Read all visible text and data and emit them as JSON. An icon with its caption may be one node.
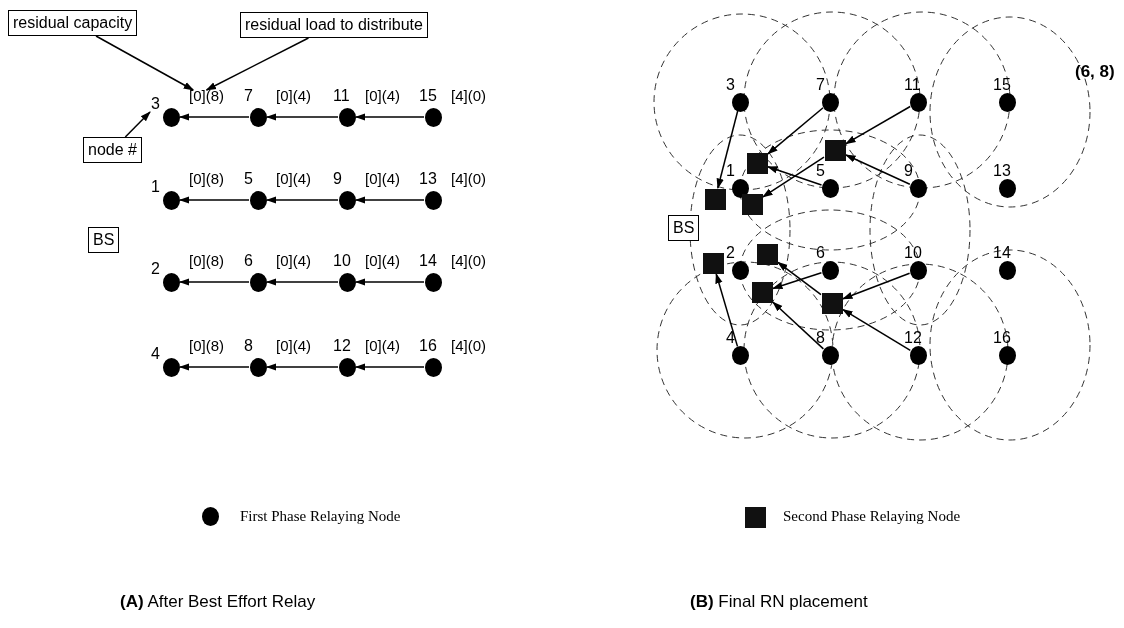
{
  "diagram": {
    "nodes": [
      {
        "text": [
          "residual capacity"
        ]
      },
      {
        "text": [
          "residual load to distribute"
        ]
      },
      {
        "text": [
          "3"
        ],
        "beside": [
          "[0](8)"
        ]
      },
      {
        "text": [
          "7"
        ],
        "beside": [
          "[0](4)"
        ]
      },
      {
        "text": [
          "11"
        ],
        "beside": [
          "[0](4)"
        ]
      },
      {
        "text": [
          "15"
        ],
        "beside": [
          "[4](0)"
        ]
      },
      {
        "text": [
          "node #"
        ]
      },
      {
        "text": [
          "1"
        ],
        "beside": [
          "[0](8)"
        ]
      },
      {
        "text": [
          "5"
        ],
        "beside": [
          "[0](4)"
        ]
      },
      {
        "text": [
          "9"
        ],
        "beside": [
          "[0](4)"
        ]
      },
      {
        "text": [
          "13"
        ],
        "beside": [
          "[4](0)"
        ]
      },
      {
        "text": [
          "BS"
        ]
      },
      {
        "text": [
          "2"
        ],
        "beside": [
          "[0](8)"
        ]
      },
      {
        "text": [
          "6"
        ],
        "beside": [
          "[0](4)"
        ]
      },
      {
        "text": [
          "10"
        ],
        "beside": [
          "[0](4)"
        ]
      },
      {
        "text": [
          "14"
        ],
        "beside": [
          "[4](0)"
        ]
      },
      {
        "text": [
          "4"
        ],
        "beside": [
          "[0](8)"
        ]
      },
      {
        "text": [
          "8"
        ],
        "beside": [
          "[0](4)"
        ]
      },
      {
        "text": [
          "12"
        ],
        "beside": [
          "[0](4)"
        ]
      },
      {
        "text": [
          "16"
        ],
        "beside": [
          "[4](0)"
        ]
      },
      {
        "text": [
          "BS"
        ]
      },
      {
        "text": [
          "3"
        ]
      },
      {
        "text": [
          "7"
        ]
      },
      {
        "text": [
          "11"
        ]
      },
      {
        "text": [
          "15"
        ]
      },
      {
        "text": [],
        "shape": "box"
      },
      {
        "text": [],
        "shape": "box"
      },
      {
        "text": [
          "1"
        ]
      },
      {
        "text": [
          "5"
        ]
      },
      {
        "text": [
          "9"
        ]
      },
      {
        "text": [
          "13"
        ]
      },
      {
        "text": [],
        "shape": "box"
      },
      {
        "text": [],
        "shape": "box"
      },
      {
        "text": [],
        "shape": "box"
      },
      {
        "text": [],
        "shape": "box"
      },
      {
        "text": [
          "2"
        ]
      },
      {
        "text": [
          "6"
        ]
      },
      {
        "text": [
          "10"
        ]
      },
      {
        "text": [
          "14"
        ]
      },
      {
        "text": [],
        "shape": "box"
      },
      {
        "text": [],
        "shape": "box"
      },
      {
        "text": [
          "4"
        ]
      },
      {
        "text": [
          "8"
        ]
      },
      {
        "text": [
          "12"
        ]
      },
      {
        "text": [
          "16"
        ]
      }
    ],
    "edges": [
      {
        "from": 0,
        "to": 2,
        "arrow": "to"
      },
      {
        "from": 1,
        "to": 2,
        "arrow": "to"
      },
      {
        "from": 6,
        "to": 2,
        "arrow": "to"
      },
      {
        "from": 5,
        "to": 4,
        "arrow": "to"
      },
      {
        "from": 4,
        "to": 3,
        "arrow": "to"
      },
      {
        "from": 3,
        "to": 2,
        "arrow": "to"
      },
      {
        "from": 10,
        "to": 9,
        "arrow": "to"
      },
      {
        "from": 9,
        "to": 8,
        "arrow": "to"
      },
      {
        "from": 8,
        "to": 7,
        "arrow": "to"
      },
      {
        "from": 15,
        "to": 14,
        "arrow": "to"
      },
      {
        "from": 14,
        "to": 13,
        "arrow": "to"
      },
      {
        "from": 13,
        "to": 12,
        "arrow": "to"
      },
      {
        "from": 19,
        "to": 18,
        "arrow": "to"
      },
      {
        "from": 18,
        "to": 17,
        "arrow": "to"
      },
      {
        "from": 17,
        "to": 16,
        "arrow": "to"
      },
      {
        "from": 21,
        "to": 31,
        "arrow": "to"
      },
      {
        "from": 22,
        "to": 26,
        "arrow": "to"
      },
      {
        "from": 28,
        "to": 26,
        "arrow": "to"
      },
      {
        "from": 23,
        "to": 25,
        "arrow": "to"
      },
      {
        "from": 29,
        "to": 25,
        "arrow": "to"
      },
      {
        "from": 25,
        "to": 32,
        "arrow": "to"
      },
      {
        "from": 41,
        "to": 34,
        "arrow": "to"
      },
      {
        "from": 40,
        "to": 33,
        "arrow": "to"
      },
      {
        "from": 37,
        "to": 40,
        "arrow": "to"
      },
      {
        "from": 36,
        "to": 39,
        "arrow": "to"
      },
      {
        "from": 42,
        "to": 39,
        "arrow": "to"
      },
      {
        "from": 43,
        "to": 40,
        "arrow": "to"
      }
    ],
    "labels": [
      "(6, 8)",
      "**(A)** After Best Effort Relay",
      "**(B)** Final RN placement"
    ],
    "legend": [
      {
        "text": "First Phase Relaying Node"
      },
      {
        "text": "Second Phase Relaying Node"
      }
    ]
  }
}
